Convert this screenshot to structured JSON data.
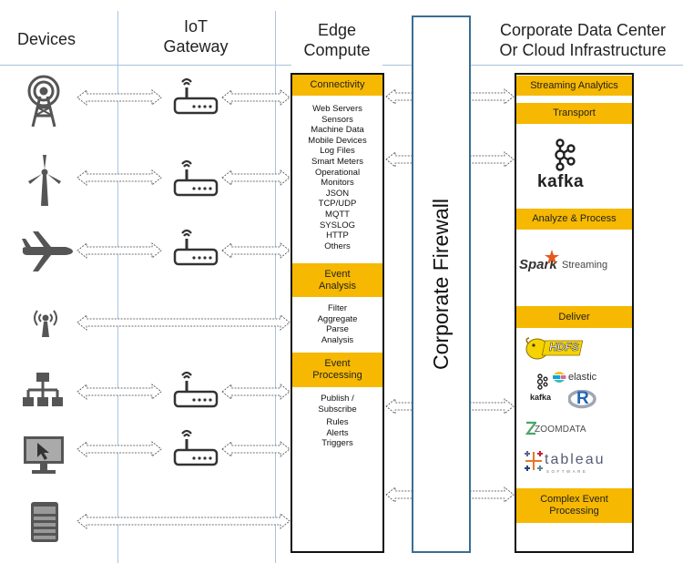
{
  "columns": {
    "devices": "Devices",
    "gateway_line1": "IoT",
    "gateway_line2": "Gateway",
    "edge_line1": "Edge",
    "edge_line2": "Compute",
    "cloud_line1": "Corporate Data Center",
    "cloud_line2": "Or Cloud Infrastructure"
  },
  "devices": [
    {
      "icon": "cell-tower-icon"
    },
    {
      "icon": "wind-turbine-icon"
    },
    {
      "icon": "airplane-icon"
    },
    {
      "icon": "wireless-sensor-icon"
    },
    {
      "icon": "network-icon"
    },
    {
      "icon": "computer-monitor-icon"
    },
    {
      "icon": "smartphone-icon"
    }
  ],
  "edge": {
    "connectivity": "Connectivity",
    "sources": [
      "Web Servers",
      "Sensors",
      "Machine Data",
      "Mobile Devices",
      "Log Files",
      "Smart Meters",
      "Operational",
      "Monitors",
      "JSON",
      "TCP/UDP",
      "MQTT",
      "SYSLOG",
      "HTTP",
      "Others"
    ],
    "event_analysis_1": "Event",
    "event_analysis_2": "Analysis",
    "analysis_items": [
      "Filter",
      "Aggregate",
      "Parse",
      "Analysis"
    ],
    "event_processing_1": "Event",
    "event_processing_2": "Processing",
    "publish_1": "Publish /",
    "publish_2": "Subscribe",
    "processing_items": [
      "Rules",
      "Alerts",
      "Triggers"
    ]
  },
  "firewall": "Corporate Firewall",
  "cloud": {
    "streaming_analytics": "Streaming Analytics",
    "transport": "Transport",
    "kafka": "kafka",
    "analyze_process": "Analyze & Process",
    "spark": "Spark",
    "streaming": "Streaming",
    "deliver": "Deliver",
    "hdfs": "HDFS",
    "elastic": "elastic",
    "kafka_small": "kafka",
    "r": "R",
    "zoomdata": "ZOOMDATA",
    "tableau": "tableau",
    "tableau_sub": "SOFTWARE",
    "complex_event_1": "Complex Event",
    "complex_event_2": "Processing"
  },
  "colors": {
    "accent_yellow": "#f6b800",
    "separator_blue": "#a9c4dc",
    "firewall_border": "#3a6d93"
  }
}
